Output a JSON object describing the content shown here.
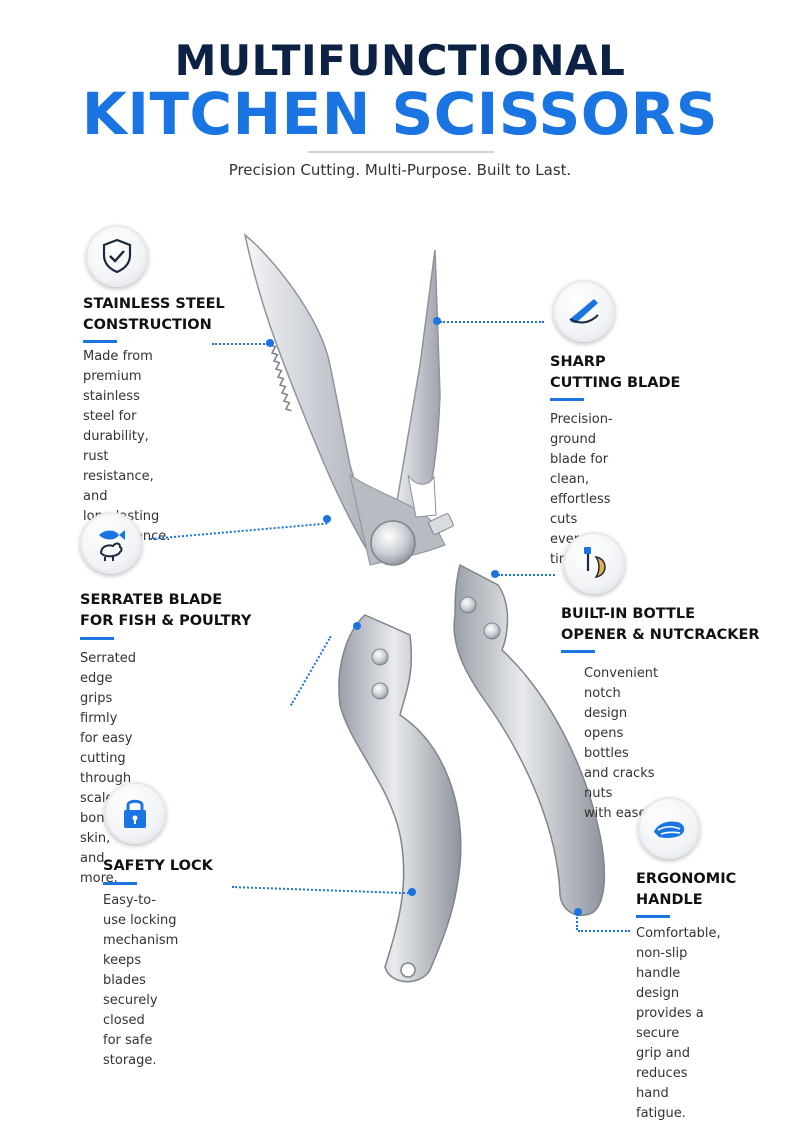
{
  "header": {
    "title_line1": "MULTIFUNCTIONAL",
    "title_line2": "KITCHEN SCISSORS",
    "subtitle": "Precision Cutting. Multi-Purpose. Built to Last."
  },
  "colors": {
    "navy": "#0d2145",
    "accent": "#1a74e2",
    "steel": "#c7cbd1"
  },
  "features": {
    "stainless": {
      "icon": "shield-check-icon",
      "title_line1": "STAINLESS STEEL",
      "title_line2": "CONSTRUCTION",
      "desc": "Made from premium\nstainless steel for\ndurability, rust\nresistance, and\nlong-lasting\nperformance."
    },
    "serrated": {
      "icon": "fish-poultry-icon",
      "title_line1": "SERRATEB BLADE",
      "title_line2": "FOR FISH & POULTRY",
      "desc": "Serrated edge grips\nfirmly for easy cutting\nthrough scales, bones,\nskin, and more."
    },
    "lock": {
      "icon": "padlock-icon",
      "title_line1": "SAFETY LOCK",
      "desc": "Easy-to-use locking\nmechanism keeps\nblades securely closed\nfor safe storage."
    },
    "sharp": {
      "icon": "knife-icon",
      "title_line1": "SHARP",
      "title_line2": "CUTTING BLADE",
      "desc": "Precision-ground\nblade for clean,\neffortless cuts\nevery time."
    },
    "opener": {
      "icon": "bottle-opener-icon",
      "title_line1": "BUILT-IN BOTTLE",
      "title_line2": "OPENER & NUTCRACKER",
      "desc": "Convenient notch\ndesign opens bottles\nand cracks nuts\nwith ease."
    },
    "handle": {
      "icon": "hand-grip-icon",
      "title_line1": "ERGONOMIC",
      "title_line2": "HANDLE",
      "desc": "Comfortable, non-slip\nhandle design\nprovides a secure\ngrip and reduces\nhand fatigue."
    }
  }
}
